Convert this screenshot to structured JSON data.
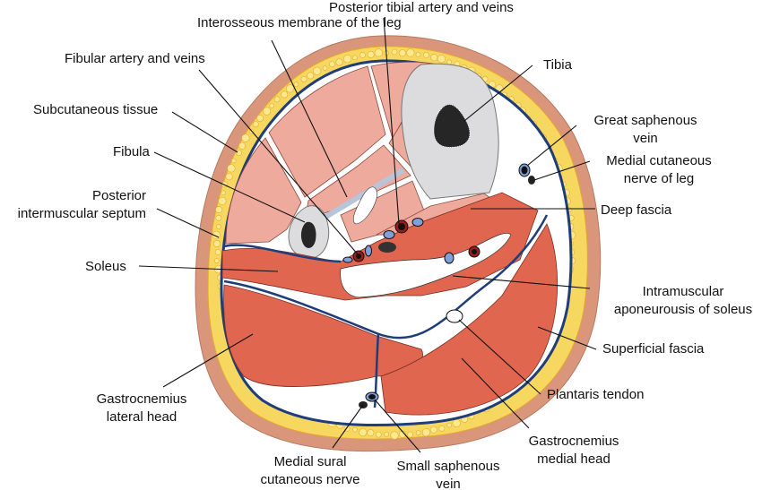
{
  "figure": {
    "title": "Cross-section of the leg (mid-calf)",
    "colors": {
      "skin": "#d9967a",
      "fat": "#f6d860",
      "fat_bubble": "#fbe98f",
      "fat_outline": "#e8a92e",
      "anterior_muscle": "#eeaa9c",
      "posterior_muscle": "#e06650",
      "bone_cortex": "#dcdcde",
      "bone_marrow": "#262626",
      "fascia": "#1f3d7a",
      "artery": "#9c1c1c",
      "vein": "#7fa0d8",
      "nerve": "#222222",
      "connective": "#ffffff"
    },
    "labels": [
      {
        "id": "interosseous-membrane",
        "lines": [
          "Interosseous membrane of the leg"
        ]
      },
      {
        "id": "posterior-tibial-artery",
        "lines": [
          "Posterior tibial artery and veins"
        ]
      },
      {
        "id": "fibular-artery",
        "lines": [
          "Fibular artery and veins"
        ]
      },
      {
        "id": "tibia",
        "lines": [
          "Tibia"
        ]
      },
      {
        "id": "subcutaneous-tissue",
        "lines": [
          "Subcutaneous tissue"
        ]
      },
      {
        "id": "great-saphenous-vein",
        "lines": [
          "Great saphenous",
          "vein"
        ]
      },
      {
        "id": "fibula",
        "lines": [
          "Fibula"
        ]
      },
      {
        "id": "medial-cutaneous-nerve",
        "lines": [
          "Medial cutaneous",
          "nerve of leg"
        ]
      },
      {
        "id": "posterior-intermuscular-septum",
        "lines": [
          "Posterior",
          "intermuscular septum"
        ]
      },
      {
        "id": "deep-fascia",
        "lines": [
          "Deep fascia"
        ]
      },
      {
        "id": "soleus",
        "lines": [
          "Soleus"
        ]
      },
      {
        "id": "intramuscular-aponeurosis",
        "lines": [
          "Intramuscular",
          "aponeurousis of soleus"
        ]
      },
      {
        "id": "superficial-fascia",
        "lines": [
          "Superficial fascia"
        ]
      },
      {
        "id": "gastrocnemius-lateral",
        "lines": [
          "Gastrocnemius",
          "lateral head"
        ]
      },
      {
        "id": "plantaris-tendon",
        "lines": [
          "Plantaris tendon"
        ]
      },
      {
        "id": "gastrocnemius-medial",
        "lines": [
          "Gastrocnemius",
          "medial head"
        ]
      },
      {
        "id": "medial-sural-nerve",
        "lines": [
          "Medial sural",
          "cutaneous nerve"
        ]
      },
      {
        "id": "small-saphenous-vein",
        "lines": [
          "Small saphenous",
          "vein"
        ]
      }
    ]
  }
}
